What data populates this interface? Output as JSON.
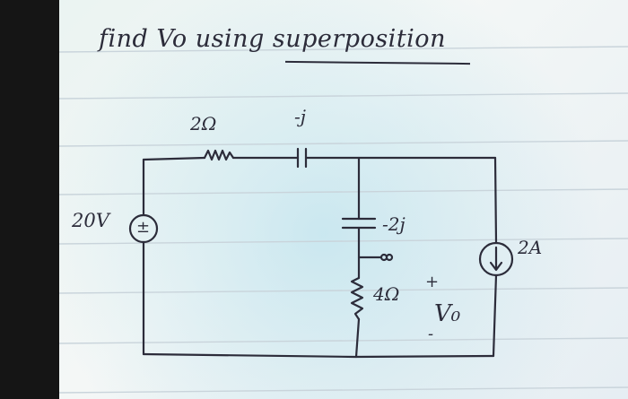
{
  "title": "find Vo using superposition",
  "components": {
    "resistor_top": "2Ω",
    "capacitor_top": "-j",
    "voltage_source": "20V",
    "voltage_source_symbol": "±",
    "capacitor_middle": "-2j",
    "resistor_middle": "4Ω",
    "current_source": "2A",
    "output_plus": "+",
    "output_voltage": "V₀",
    "output_minus": "-"
  },
  "colors": {
    "ink": "#2c2c3a",
    "page_background": "#eef4f3",
    "left_border": "#151515",
    "ruled_lines": "#c9d4db"
  }
}
